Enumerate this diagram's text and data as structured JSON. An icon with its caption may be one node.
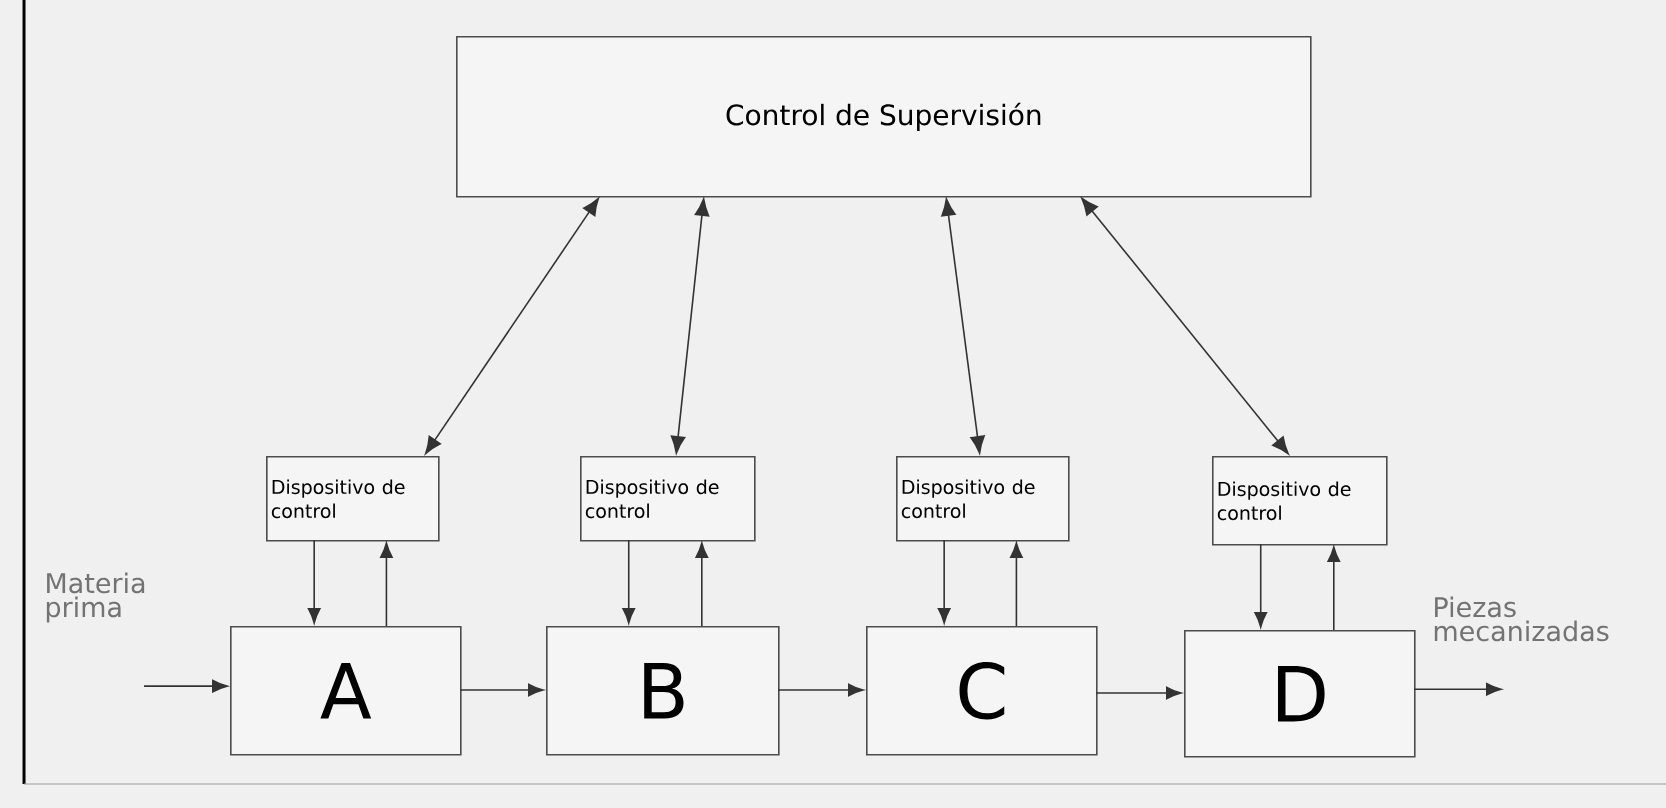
{
  "diagram": {
    "nodes": [
      {
        "text": [
          "Control de Supervisión"
        ]
      },
      {
        "text": [
          "Dispositivo de control"
        ]
      },
      {
        "text": [
          "Dispositivo de control"
        ]
      },
      {
        "text": [
          "Dispositivo de control"
        ]
      },
      {
        "text": [
          "Dispositivo de control"
        ]
      },
      {
        "text": [
          "A"
        ]
      },
      {
        "text": [
          "B"
        ]
      },
      {
        "text": [
          "C"
        ]
      },
      {
        "text": [
          "D"
        ]
      },
      {
        "text": [
          "Materia prima"
        ]
      },
      {
        "text": [
          "Piezas mecanizadas"
        ]
      }
    ],
    "edges": [
      {
        "from": 0,
        "to": 1,
        "arrow": "both"
      },
      {
        "from": 0,
        "to": 2,
        "arrow": "both"
      },
      {
        "from": 0,
        "to": 3,
        "arrow": "both"
      },
      {
        "from": 0,
        "to": 4,
        "arrow": "both"
      },
      {
        "from": 1,
        "to": 5,
        "arrow": "to"
      },
      {
        "from": 5,
        "to": 1,
        "arrow": "to"
      },
      {
        "from": 2,
        "to": 6,
        "arrow": "to"
      },
      {
        "from": 6,
        "to": 2,
        "arrow": "to"
      },
      {
        "from": 3,
        "to": 7,
        "arrow": "to"
      },
      {
        "from": 7,
        "to": 3,
        "arrow": "to"
      },
      {
        "from": 4,
        "to": 8,
        "arrow": "to"
      },
      {
        "from": 8,
        "to": 4,
        "arrow": "to"
      },
      {
        "from": 9,
        "to": 5,
        "arrow": "to"
      },
      {
        "from": 5,
        "to": 6,
        "arrow": "to"
      },
      {
        "from": 6,
        "to": 7,
        "arrow": "to"
      },
      {
        "from": 7,
        "to": 8,
        "arrow": "to"
      },
      {
        "from": 8,
        "to": 10,
        "arrow": "to"
      }
    ]
  }
}
